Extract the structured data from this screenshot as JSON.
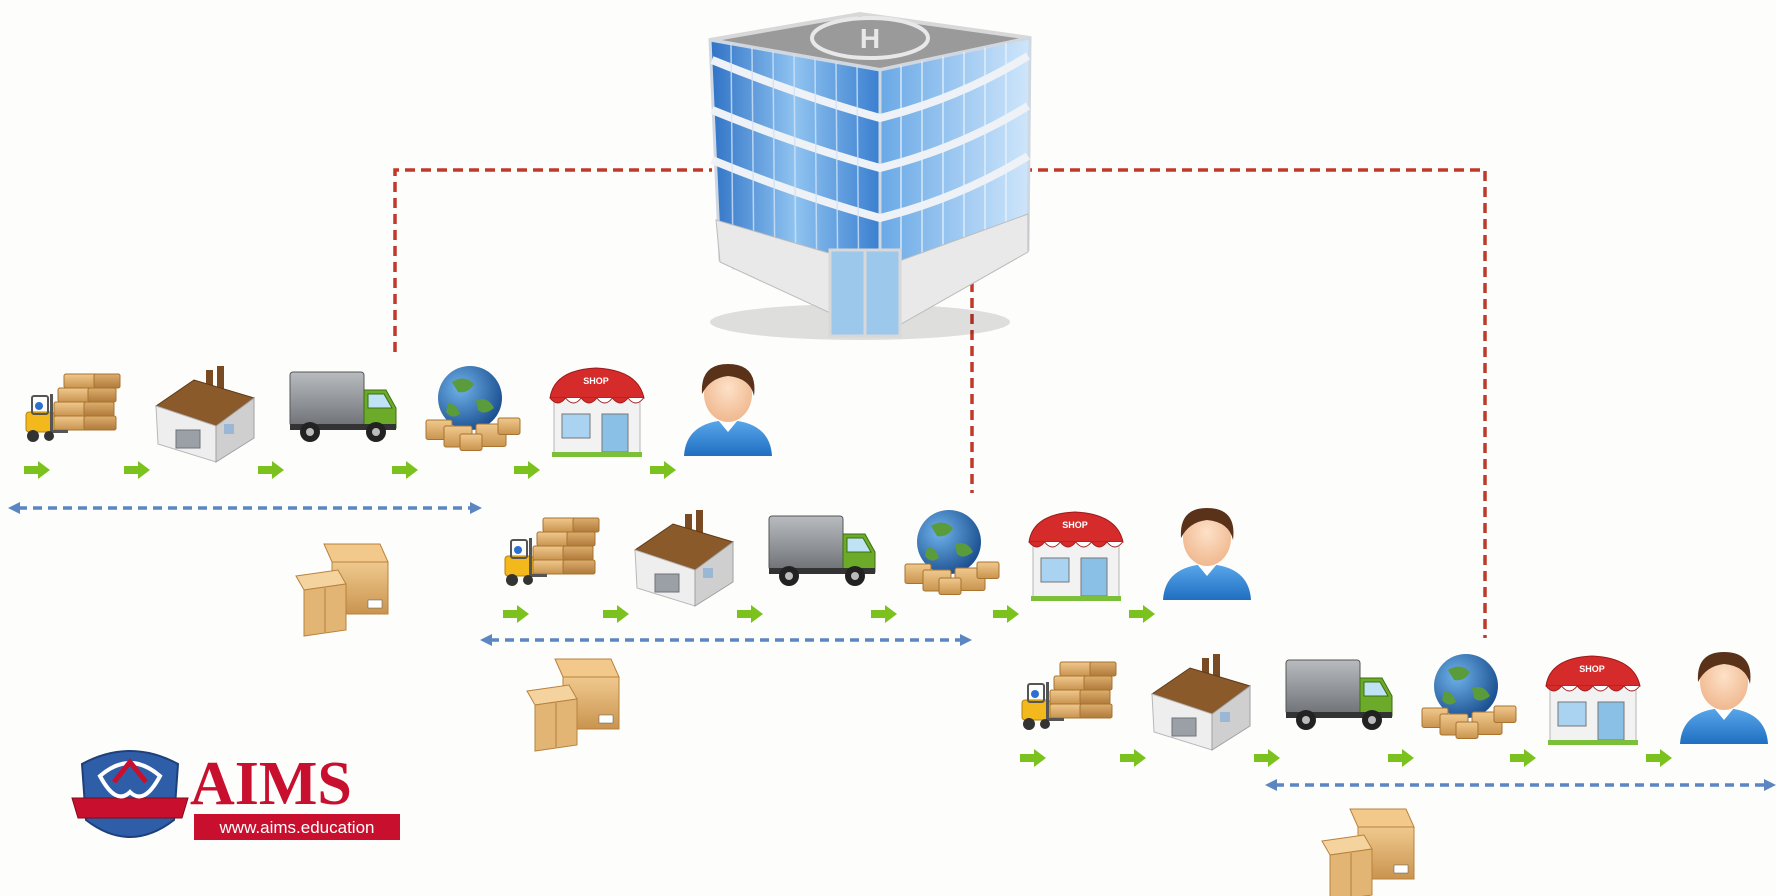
{
  "logo": {
    "brand": "AIMS",
    "url": "www.aims.education",
    "brand_color": "#c8102e"
  },
  "headquarters": {
    "icon": "office-building-icon"
  },
  "chain_stage_icons": [
    "warehouse-forklift-icon",
    "factory-icon",
    "delivery-truck-icon",
    "globe-distribution-icon",
    "shop-icon",
    "customer-icon"
  ],
  "shop_sign": "SHOP",
  "chains": [
    {
      "id": "chain-1"
    },
    {
      "id": "chain-2"
    },
    {
      "id": "chain-3"
    }
  ],
  "colors": {
    "control_line": "#c0392b",
    "span_arrow": "#5b86c2",
    "flow_arrow": "#7cc21f"
  }
}
